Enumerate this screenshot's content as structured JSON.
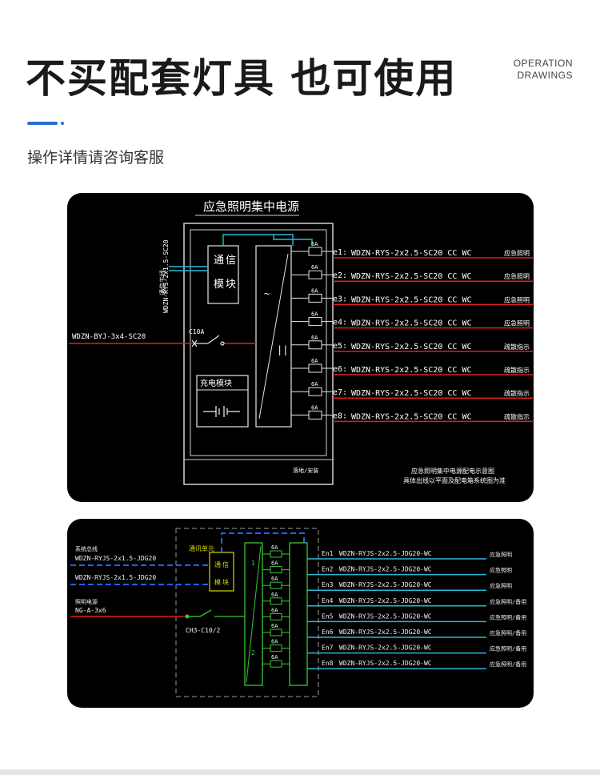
{
  "header": {
    "title": "不买配套灯具 也可使用",
    "section_line1": "OPERATION",
    "section_line2": "DRAWINGS",
    "subtitle": "操作详情请咨询客服"
  },
  "diagram1": {
    "title": "应急照明集中电源",
    "comm_cable": "WDZN-RYS-2x1.5-SC20",
    "comm_label": "通信干线",
    "power_cable": "WDZN-BYJ-3x4-SC20",
    "breaker": "C10A",
    "module_comm": [
      "通",
      "信",
      "模",
      "块"
    ],
    "module_charge": "充电模块",
    "bottom_label": "落地/安装",
    "note_line1": "应急照明集中电源配电示意图",
    "note_line2": "具体出线以平面及配电箱系统图为准",
    "circuits": [
      {
        "id": "e1:",
        "rating": "6A",
        "cable": "WDZN-RYS-2x2.5-SC20 CC WC",
        "load": "应急照明"
      },
      {
        "id": "e2:",
        "rating": "6A",
        "cable": "WDZN-RYS-2x2.5-SC20 CC WC",
        "load": "应急照明"
      },
      {
        "id": "e3:",
        "rating": "6A",
        "cable": "WDZN-RYS-2x2.5-SC20 CC WC",
        "load": "应急照明"
      },
      {
        "id": "e4:",
        "rating": "6A",
        "cable": "WDZN-RYS-2x2.5-SC20 CC WC",
        "load": "应急照明"
      },
      {
        "id": "e5:",
        "rating": "6A",
        "cable": "WDZN-RYS-2x2.5-SC20 CC WC",
        "load": "疏散指示"
      },
      {
        "id": "e6:",
        "rating": "6A",
        "cable": "WDZN-RYS-2x2.5-SC20 CC WC",
        "load": "疏散指示"
      },
      {
        "id": "e7:",
        "rating": "6A",
        "cable": "WDZN-RYS-2x2.5-SC20 CC WC",
        "load": "疏散指示"
      },
      {
        "id": "e8:",
        "rating": "6A",
        "cable": "WDZN-RYS-2x2.5-SC20 CC WC",
        "load": "疏散指示"
      }
    ]
  },
  "diagram2": {
    "sys_label": "系统总线",
    "comm_cable1": "WDZN-RYJS-2x1.5-JDG20",
    "comm_cable2": "WDZN-RYJS-2x1.5-JDG20",
    "power_label": "照明电源",
    "power_cable": "NG-A-3x6",
    "breaker": "CH3-C10/2",
    "module_title": "通讯单元",
    "module_comm": [
      "通",
      "信",
      "模",
      "块"
    ],
    "circuits": [
      {
        "id": "En1",
        "rating": "6A",
        "cable": "WDZN-RYJS-2x2.5-JDG20-WC",
        "load": "应急照明"
      },
      {
        "id": "En2",
        "rating": "6A",
        "cable": "WDZN-RYJS-2x2.5-JDG20-WC",
        "load": "应急照明"
      },
      {
        "id": "En3",
        "rating": "6A",
        "cable": "WDZN-RYJS-2x2.5-JDG20-WC",
        "load": "应急照明"
      },
      {
        "id": "En4",
        "rating": "6A",
        "cable": "WDZN-RYJS-2x2.5-JDG20-WC",
        "load": "应急照明/备用"
      },
      {
        "id": "En5",
        "rating": "6A",
        "cable": "WDZN-RYJS-2x2.5-JDG20-WC",
        "load": "应急照明/备用"
      },
      {
        "id": "En6",
        "rating": "6A",
        "cable": "WDZN-RYJS-2x2.5-JDG20-WC",
        "load": "应急照明/备用"
      },
      {
        "id": "En7",
        "rating": "6A",
        "cable": "WDZN-RYJS-2x2.5-JDG20-WC",
        "load": "应急照明/备用"
      },
      {
        "id": "En8",
        "rating": "6A",
        "cable": "WDZN-RYJS-2x2.5-JDG20-WC",
        "load": "应急照明/备用"
      }
    ]
  },
  "colors": {
    "accent": "#2a6fd6",
    "wire_red": "#e02020",
    "wire_cyan": "#2ab7d6",
    "wire_green": "#38c838",
    "wire_blue": "#2060ff",
    "box_yellow": "#d8d800"
  }
}
